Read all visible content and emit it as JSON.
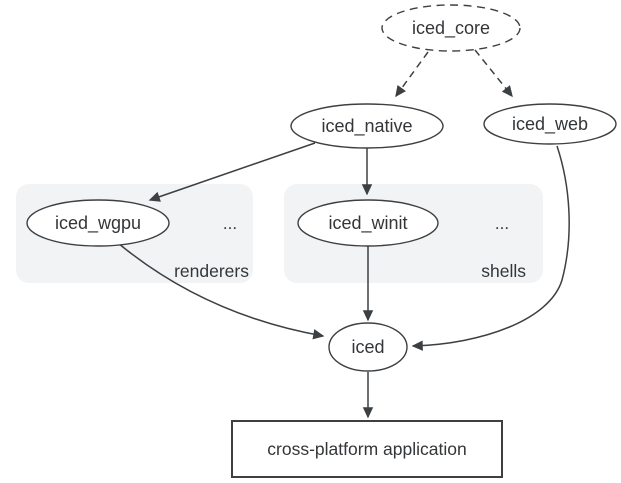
{
  "diagram": {
    "nodes": {
      "iced_core": {
        "label": "iced_core",
        "border": "dashed"
      },
      "iced_native": {
        "label": "iced_native",
        "border": "solid"
      },
      "iced_web": {
        "label": "iced_web",
        "border": "solid"
      },
      "iced_wgpu": {
        "label": "iced_wgpu",
        "border": "solid",
        "group": "renderers"
      },
      "iced_winit": {
        "label": "iced_winit",
        "border": "solid",
        "group": "shells"
      },
      "iced": {
        "label": "iced",
        "border": "solid"
      },
      "app": {
        "label": "cross-platform application",
        "border": "solid"
      }
    },
    "groups": {
      "renderers": {
        "label": "renderers",
        "ellipsis": "..."
      },
      "shells": {
        "label": "shells",
        "ellipsis": "..."
      }
    },
    "edges": [
      {
        "from": "iced_core",
        "to": "iced_native",
        "style": "dashed"
      },
      {
        "from": "iced_core",
        "to": "iced_web",
        "style": "dashed"
      },
      {
        "from": "iced_native",
        "to": "iced_wgpu",
        "style": "solid"
      },
      {
        "from": "iced_native",
        "to": "iced_winit",
        "style": "solid"
      },
      {
        "from": "iced_wgpu",
        "to": "iced",
        "style": "solid"
      },
      {
        "from": "iced_winit",
        "to": "iced",
        "style": "solid"
      },
      {
        "from": "iced_web",
        "to": "iced",
        "style": "solid"
      },
      {
        "from": "iced",
        "to": "app",
        "style": "solid"
      }
    ],
    "colors": {
      "stroke": "#3c4043",
      "text": "#333639",
      "node_fill": "#ffffff",
      "group_fill": "#f1f3f4",
      "group_label": "#1a73e8",
      "background": "#ffffff"
    }
  }
}
